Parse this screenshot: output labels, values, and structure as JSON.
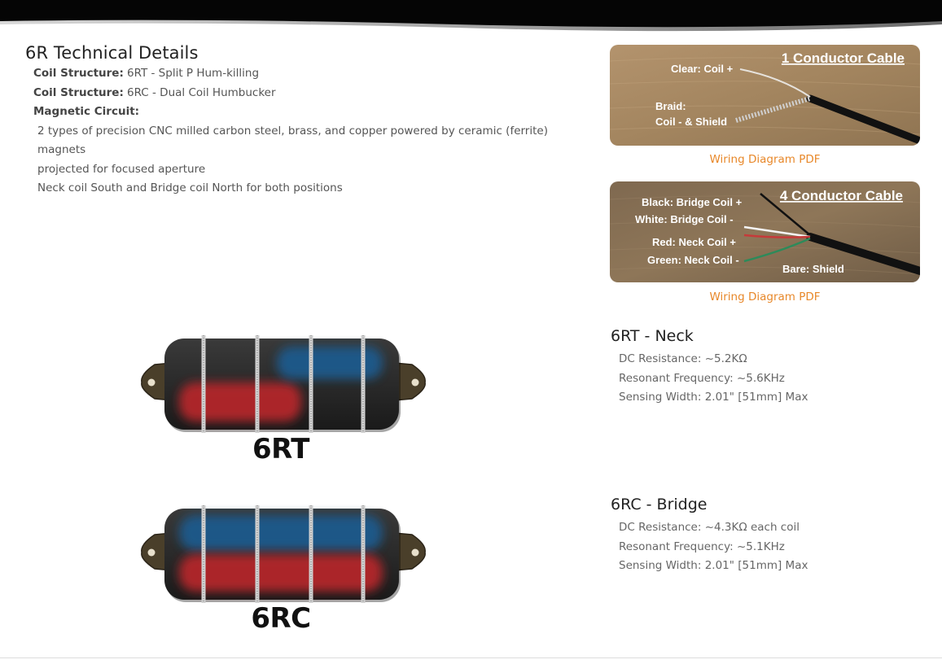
{
  "details": {
    "title": "6R Technical Details",
    "coil_rows": [
      {
        "label": "Coil Structure:",
        "value": "6RT - Split P Hum-killing"
      },
      {
        "label": "Coil Structure:",
        "value": "6RC - Dual Coil Humbucker"
      }
    ],
    "magnetic_label": "Magnetic Circuit:",
    "magnetic_lines": [
      "2 types of precision CNC milled carbon steel, brass, and copper powered by ceramic (ferrite) magnets",
      "projected for focused aperture",
      "Neck coil South and Bridge coil North for both positions"
    ]
  },
  "cables": [
    {
      "title": "1 Conductor Cable",
      "labels": [
        "Clear: Coil +",
        "Braid:",
        "Coil - & Shield"
      ],
      "link": "Wiring Diagram PDF"
    },
    {
      "title": "4 Conductor Cable",
      "labels": [
        "Black: Bridge Coil +",
        "White: Bridge Coil -",
        "Red: Neck Coil +",
        "Green: Neck Coil -",
        "Bare: Shield"
      ],
      "link": "Wiring Diagram PDF"
    }
  ],
  "pickups": [
    {
      "name": "6RT"
    },
    {
      "name": "6RC"
    }
  ],
  "models": [
    {
      "title": "6RT - Neck",
      "lines": [
        "DC Resistance: ~5.2KΩ",
        "Resonant Frequency: ~5.6KHz",
        "Sensing Width: 2.01\" [51mm] Max"
      ]
    },
    {
      "title": "6RC - Bridge",
      "lines": [
        "DC Resistance: ~4.3KΩ each coil",
        "Resonant Frequency: ~5.1KHz",
        "Sensing Width: 2.01\" [51mm] Max"
      ]
    }
  ],
  "colors": {
    "link": "#e8882a",
    "wood": "#a98a66",
    "red_coil": "#b3252a",
    "blue_coil": "#1f5a8c"
  }
}
